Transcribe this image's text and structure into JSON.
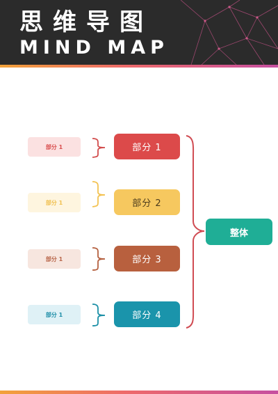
{
  "header": {
    "title_cn": "思维导图",
    "title_en": "MIND MAP"
  },
  "mindmap": {
    "root": {
      "label": "整体",
      "color": "#1fae96"
    },
    "branches": [
      {
        "label": "部分 1",
        "child_label": "部分 1",
        "color": "#dc4a4a",
        "child_bg": "#fbe1e1",
        "child_text": "#d94f4f",
        "bracket_color": "#d24b4b"
      },
      {
        "label": "部分 2",
        "child_label": "部分 1",
        "color": "#f6c85f",
        "child_bg": "#fef5df",
        "child_text": "#f0c050",
        "bracket_color": "#f3c251"
      },
      {
        "label": "部分 3",
        "child_label": "部分 1",
        "color": "#b8603e",
        "child_bg": "#f7e6df",
        "child_text": "#b8664a",
        "bracket_color": "#b5603f"
      },
      {
        "label": "部分 4",
        "child_label": "部分 1",
        "color": "#1a94ab",
        "child_bg": "#dff1f6",
        "child_text": "#1f8ea8",
        "bracket_color": "#1a8fa6"
      }
    ]
  }
}
